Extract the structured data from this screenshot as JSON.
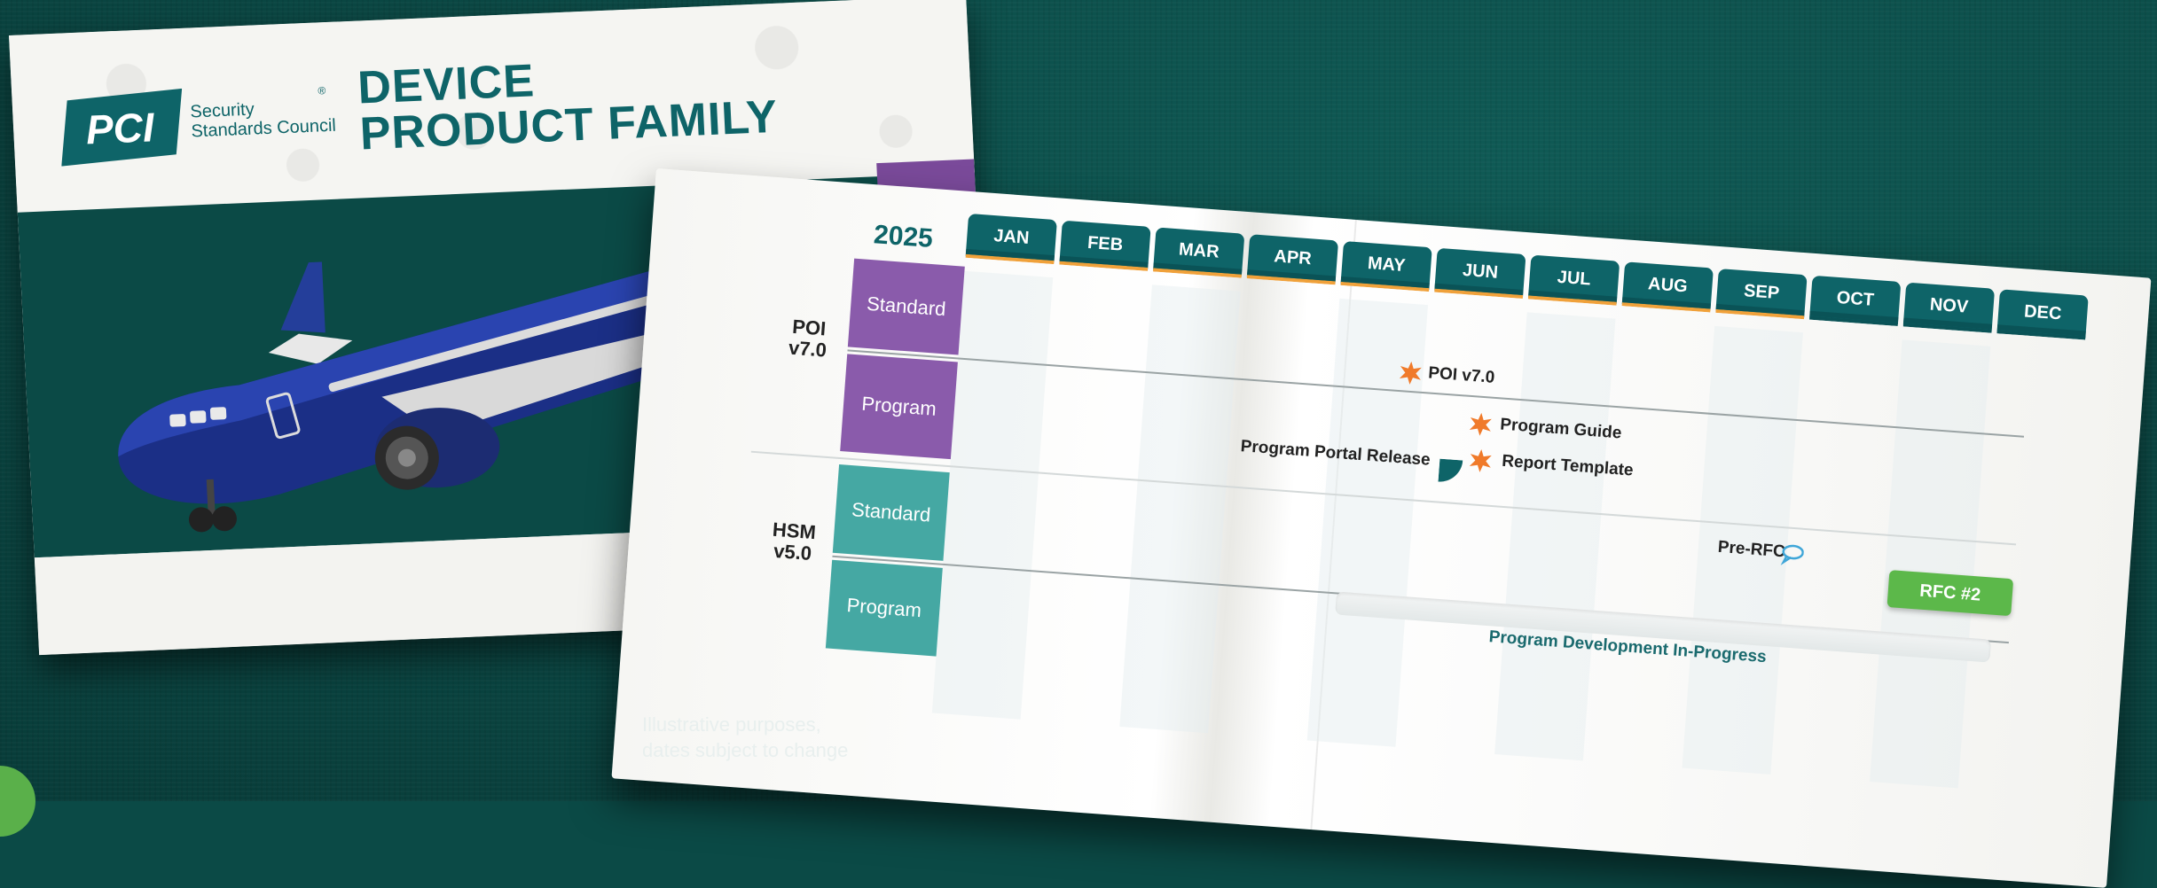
{
  "cover": {
    "logo_mark": "PCI",
    "logo_line1": "Security",
    "logo_line2": "Standards Council",
    "registered": "®",
    "title_line1": "DEVICE",
    "title_line2": "PRODUCT FAMILY",
    "image_icon": "airplane-icon"
  },
  "timeline": {
    "year": "2025",
    "months": [
      "JAN",
      "FEB",
      "MAR",
      "APR",
      "MAY",
      "JUN",
      "JUL",
      "AUG",
      "SEP",
      "OCT",
      "NOV",
      "DEC"
    ],
    "groups": [
      {
        "name_line1": "POI",
        "name_line2": "v7.0",
        "rows": [
          "Standard",
          "Program"
        ],
        "color": "#8a5bab"
      },
      {
        "name_line1": "HSM",
        "name_line2": "v5.0",
        "rows": [
          "Standard",
          "Program"
        ],
        "color": "#45a8a3"
      }
    ],
    "events": [
      {
        "label": "POI v7.0",
        "icon": "starburst-icon",
        "color": "#f07a2a"
      },
      {
        "label": "Program Guide",
        "icon": "starburst-icon",
        "color": "#f07a2a"
      },
      {
        "label": "Report Template",
        "icon": "starburst-icon",
        "color": "#f07a2a"
      },
      {
        "label": "Program Portal Release",
        "icon": "quarter-circle-icon",
        "color": "#0e6468"
      },
      {
        "label": "Pre-RFC",
        "icon": "speech-bubble-icon",
        "color": "#3fa6d8"
      }
    ],
    "rfc_badge": "RFC #2",
    "progress_label": "Program Development In-Progress"
  },
  "footnote": {
    "line1": "Illustrative purposes,",
    "line2": "dates subject to change"
  },
  "colors": {
    "background": "#0b4a46",
    "brand_teal": "#0e6468",
    "accent_orange": "#f07a2a",
    "purple": "#8a5bab",
    "teal_light": "#45a8a3",
    "green": "#5cb84a"
  }
}
